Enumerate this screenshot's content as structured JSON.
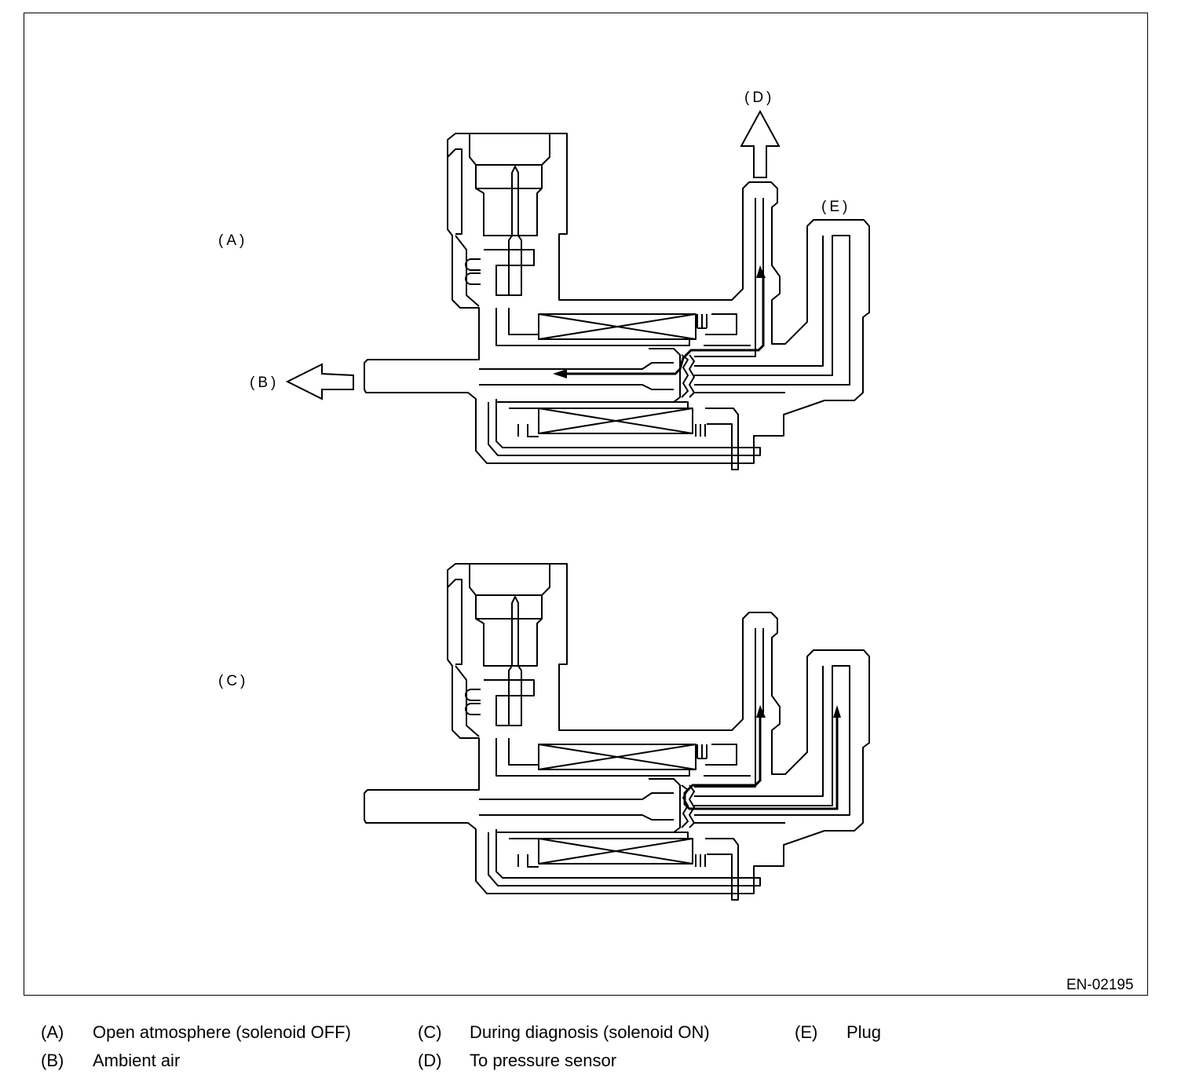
{
  "figure": {
    "code": "EN-02195",
    "callouts": {
      "a": "(A)",
      "b": "(B)",
      "c": "(C)",
      "d": "(D)",
      "e": "(E)"
    }
  },
  "legend": [
    {
      "key": "(A)",
      "text": "Open atmosphere (solenoid OFF)"
    },
    {
      "key": "(B)",
      "text": "Ambient air"
    },
    {
      "key": "(C)",
      "text": "During diagnosis (solenoid ON)"
    },
    {
      "key": "(D)",
      "text": "To pressure sensor"
    },
    {
      "key": "(E)",
      "text": "Plug"
    }
  ]
}
